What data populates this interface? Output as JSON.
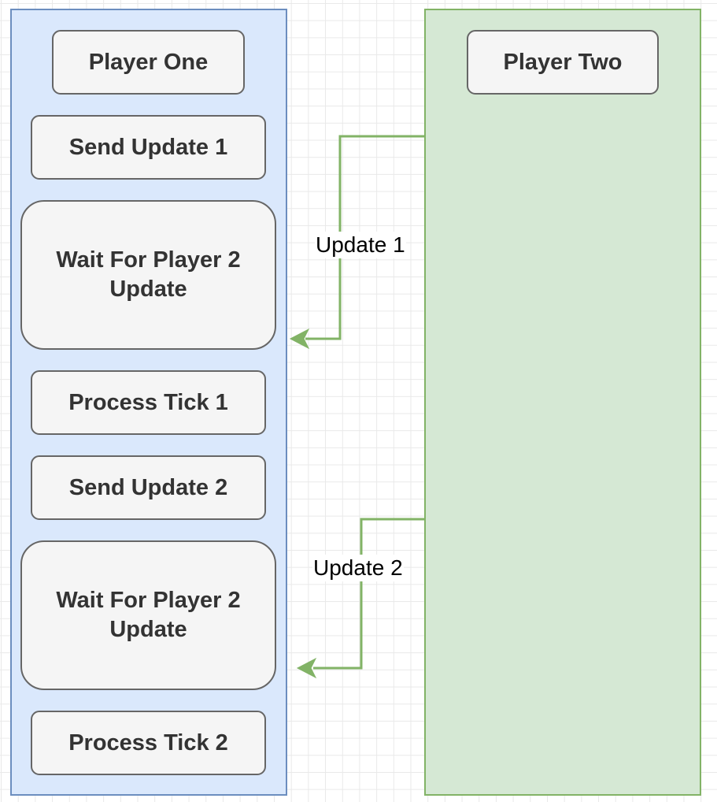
{
  "lanes": {
    "player_one": {
      "fill": "#dae8fc",
      "stroke": "#6c8ebf"
    },
    "player_two": {
      "fill": "#d5e8d4",
      "stroke": "#82b366"
    }
  },
  "nodes": {
    "player_one": "Player One",
    "player_two": "Player Two",
    "send_update_1": "Send Update 1",
    "wait_1": "Wait For Player 2 Update",
    "process_tick_1": "Process Tick 1",
    "send_update_2": "Send Update 2",
    "wait_2": "Wait For Player 2 Update",
    "process_tick_2": "Process Tick 2"
  },
  "edges": {
    "update_1": "Update 1",
    "update_2": "Update 2",
    "color": "#82b366"
  }
}
